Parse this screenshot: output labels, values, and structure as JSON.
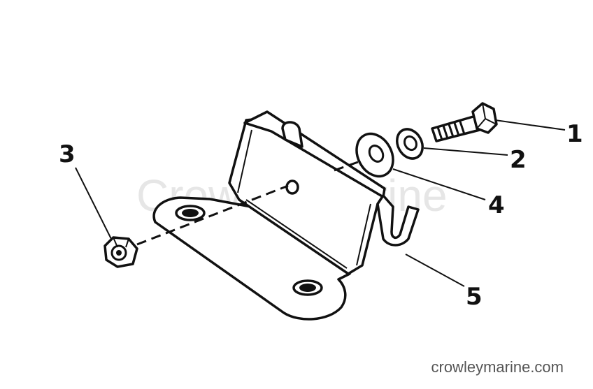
{
  "parts": [
    {
      "label": "1",
      "icon": "bolt-icon"
    },
    {
      "label": "2",
      "icon": "lock-washer-icon"
    },
    {
      "label": "3",
      "icon": "hex-nut-icon"
    },
    {
      "label": "4",
      "icon": "flat-washer-icon"
    },
    {
      "label": "5",
      "icon": "mounting-bracket-icon"
    }
  ],
  "watermark": "Crowley Marine",
  "footer": "crowleymarine.com",
  "colors": {
    "ink": "#111111",
    "watermark": "#c8c8c8",
    "footer": "#555555",
    "background": "#ffffff"
  }
}
